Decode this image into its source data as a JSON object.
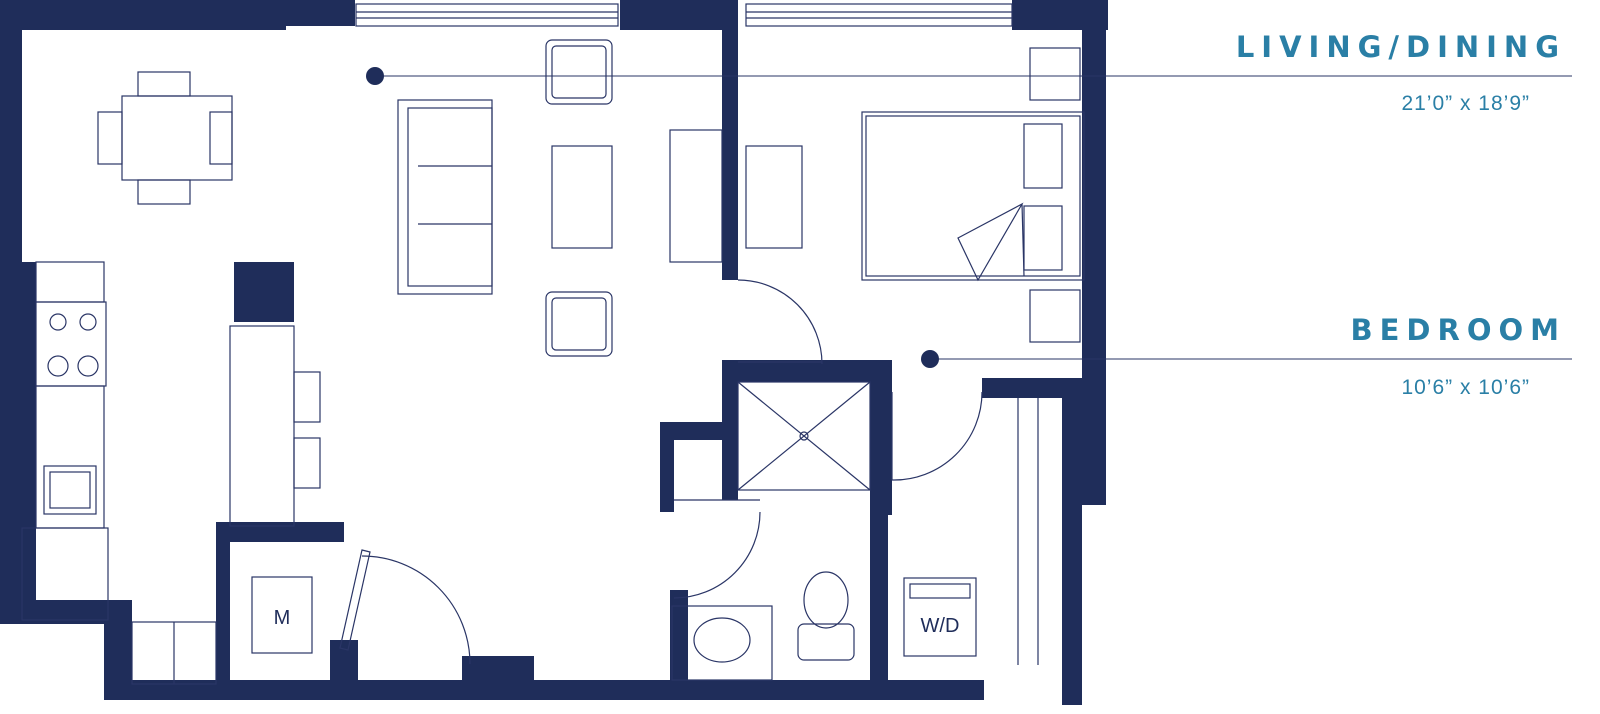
{
  "rooms": [
    {
      "name": "LIVING/DINING",
      "dimensions": "21’0” x 18’9”"
    },
    {
      "name": "BEDROOM",
      "dimensions": "10’6” x 10’6”"
    }
  ],
  "fixtures": {
    "mechanical": "M",
    "washer_dryer": "W/D"
  },
  "colors": {
    "wall": "#1f2d5a",
    "line": "#2a3566",
    "accent": "#2a7fa6"
  }
}
